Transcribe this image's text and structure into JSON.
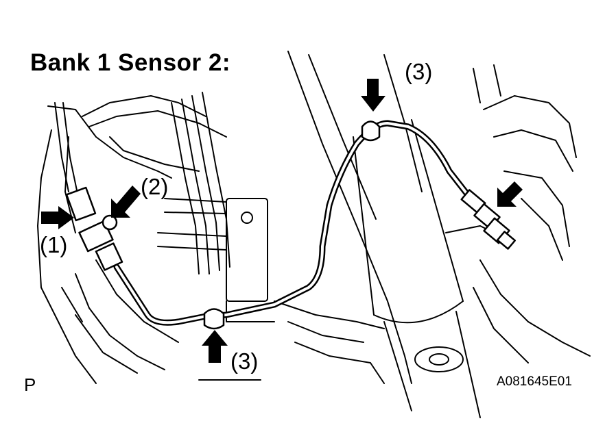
{
  "title": "Bank 1 Sensor 2:",
  "callouts": {
    "c1": "(1)",
    "c2": "(2)",
    "c3_top": "(3)",
    "c3_bottom": "(3)"
  },
  "figure_code": "A081645E01",
  "corner_mark": "P"
}
